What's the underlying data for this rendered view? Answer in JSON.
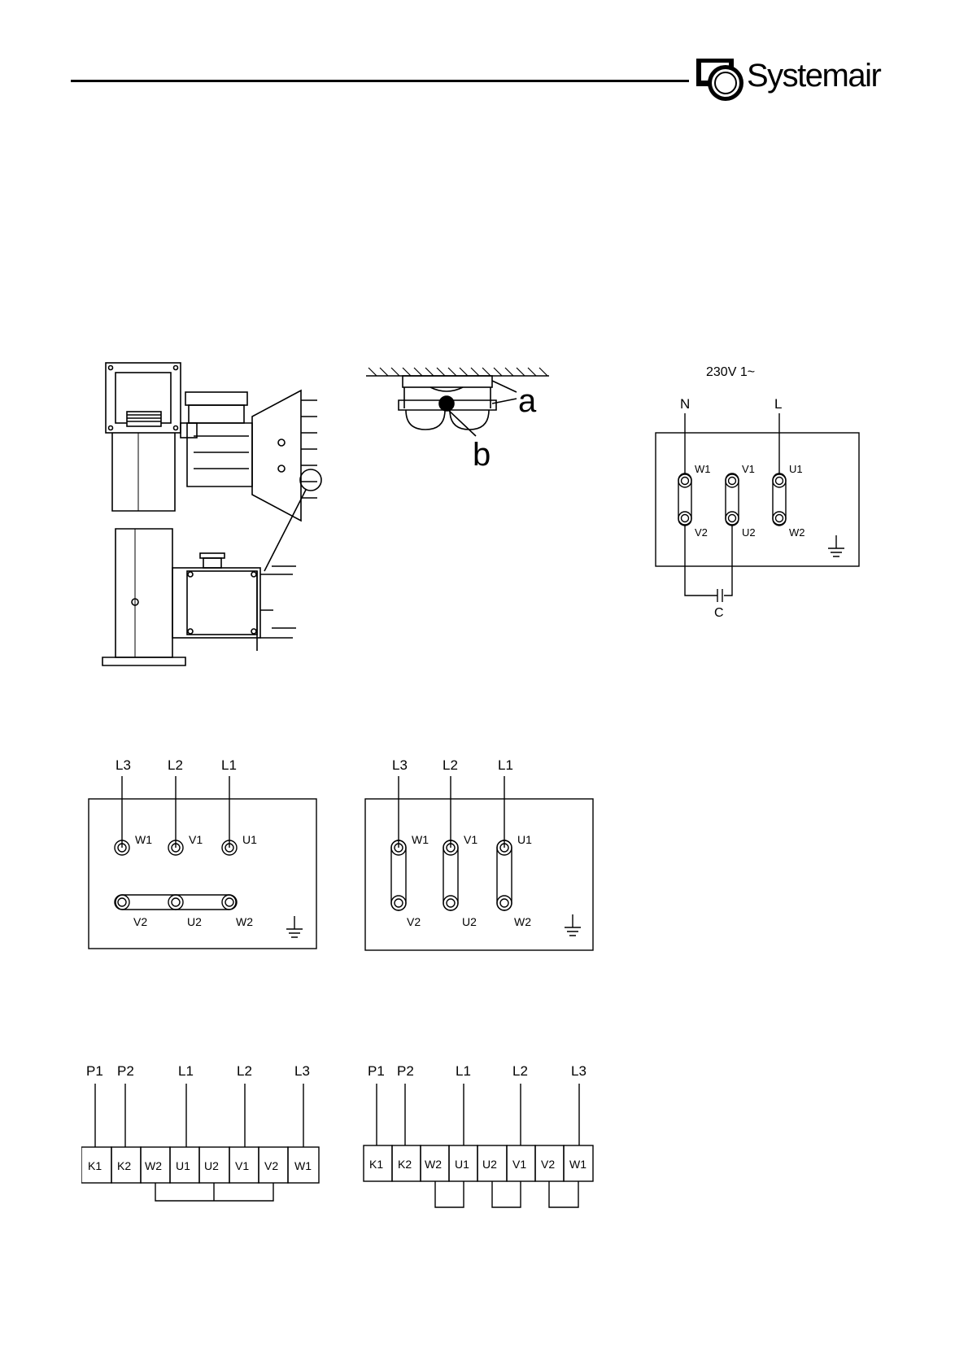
{
  "header": {
    "brand": "Systemair"
  },
  "clamp": {
    "label_a": "a",
    "label_b": "b"
  },
  "single_phase": {
    "supply": "230V 1~",
    "lines": [
      "N",
      "L"
    ],
    "top_terminals": [
      "W1",
      "V1",
      "U1"
    ],
    "bottom_terminals": [
      "V2",
      "U2",
      "W2"
    ],
    "capacitor": "C"
  },
  "star": {
    "lines": [
      "L3",
      "L2",
      "L1"
    ],
    "top_terminals": [
      "W1",
      "V1",
      "U1"
    ],
    "bottom_terminals": [
      "V2",
      "U2",
      "W2"
    ]
  },
  "delta": {
    "lines": [
      "L3",
      "L2",
      "L1"
    ],
    "top_terminals": [
      "W1",
      "V1",
      "U1"
    ],
    "bottom_terminals": [
      "V2",
      "U2",
      "W2"
    ]
  },
  "strip_star": {
    "wires": [
      "P1",
      "P2",
      "L1",
      "L2",
      "L3"
    ],
    "cells": [
      "K1",
      "K2",
      "W2",
      "U1",
      "U2",
      "V1",
      "V2",
      "W1"
    ]
  },
  "strip_delta": {
    "wires": [
      "P1",
      "P2",
      "L1",
      "L2",
      "L3"
    ],
    "cells": [
      "K1",
      "K2",
      "W2",
      "U1",
      "U2",
      "V1",
      "V2",
      "W1"
    ]
  }
}
